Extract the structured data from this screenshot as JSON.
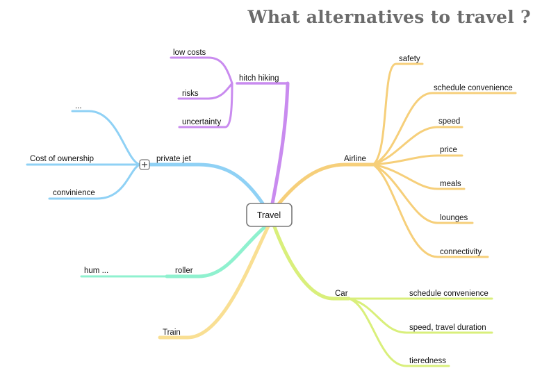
{
  "title": "What alternatives to travel ?",
  "central": {
    "label": "Travel"
  },
  "colors": {
    "purple": "#c98bef",
    "blue": "#8fd1f5",
    "orange": "#f6cf7a",
    "green": "#d9ef7b",
    "mint": "#8ff1cf",
    "yellow": "#f9df93"
  },
  "collapse_icon": "plus-box-icon",
  "branches": {
    "hitch": {
      "label": "hitch hiking",
      "children": [
        "low costs",
        "risks",
        "uncertainty"
      ]
    },
    "jet": {
      "label": "private jet",
      "children": [
        "...",
        "Cost of ownership",
        "convinience"
      ]
    },
    "airline": {
      "label": "Airline",
      "children": [
        "safety",
        "schedule convenience",
        "speed",
        "price",
        "meals",
        "lounges",
        "connectivity"
      ]
    },
    "car": {
      "label": "Car",
      "children": [
        "schedule convenience",
        "speed, travel duration",
        "tieredness"
      ]
    },
    "roller": {
      "label": "roller",
      "children": [
        "hum ..."
      ]
    },
    "train": {
      "label": "Train",
      "children": []
    }
  }
}
